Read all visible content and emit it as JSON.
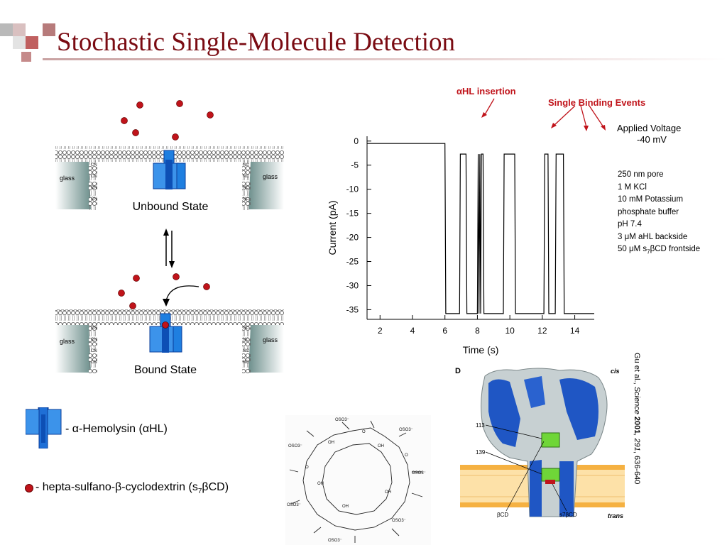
{
  "slide": {
    "title": "Stochastic Single-Molecule Detection"
  },
  "diagram": {
    "unbound_label": "Unbound State",
    "bound_label": "Bound State",
    "glass_label": "glass",
    "cn_label": "CN",
    "nc_label": "NC"
  },
  "legend": {
    "hemolysin": "- α-Hemolysin (αHL)",
    "cyclodextrin_prefix": "- hepta-sulfano-β-cyclodextrin (s",
    "cyclodextrin_sub": "7",
    "cyclodextrin_suffix": "βCD)"
  },
  "annotations": {
    "insertion": "αHL insertion",
    "binding": "Single Binding Events",
    "voltage_line1": "Applied Voltage",
    "voltage_line2": "-40 mV"
  },
  "conditions": {
    "lines": [
      "250 nm pore",
      "1 M KCl",
      "10 mM Potassium",
      "phosphate buffer",
      "pH 7.4",
      "3 μM aHL backside"
    ],
    "last_prefix": "50 μM s",
    "last_sub": "7",
    "last_suffix": "βCD frontside"
  },
  "structure_labels": {
    "so3_a": "OSO3⁻",
    "oh": "OH",
    "o": "O"
  },
  "figure_d": {
    "panel_label": "D",
    "cis": "cis",
    "trans": "trans",
    "label_113": "113",
    "label_139": "139",
    "bcd": "βCD",
    "s7bcd": "s7βCD"
  },
  "citation": {
    "text_prefix": "Gu et al., ",
    "journal": "Science",
    "year": "2001",
    "volume": ", 291",
    "pages": ", 636-640"
  },
  "colors": {
    "title": "#7a0b12",
    "annotation_red": "#c0131a",
    "pore_blue": "#1f6fd6",
    "molecule_red": "#c0131a",
    "membrane_orange": "#f5b142"
  },
  "chart_data": {
    "type": "line",
    "title": "",
    "xlabel": "Time (s)",
    "ylabel": "Current (pA)",
    "xlim": [
      1.2,
      15.2
    ],
    "ylim": [
      -37,
      1
    ],
    "x_ticks": [
      2,
      4,
      6,
      8,
      10,
      12,
      14
    ],
    "y_ticks": [
      0,
      -5,
      -10,
      -15,
      -20,
      -25,
      -30,
      -35
    ],
    "grid": false,
    "series": [
      {
        "x": [
          1.2,
          6.0,
          6.05,
          6.9,
          6.95,
          7.3,
          7.35,
          8.0,
          8.05,
          8.1,
          8.15,
          8.2,
          8.25,
          8.35,
          8.4,
          9.6,
          9.65,
          10.3,
          10.35,
          12.1,
          12.15,
          12.35,
          12.4,
          12.8,
          12.85,
          13.3,
          13.35,
          15.2
        ],
        "y": [
          -0.5,
          -0.5,
          -35.8,
          -35.8,
          -2.7,
          -2.7,
          -35.8,
          -35.8,
          -2.7,
          -35.8,
          -2.7,
          -35.8,
          -2.7,
          -2.7,
          -35.8,
          -35.8,
          -2.7,
          -2.7,
          -35.8,
          -35.8,
          -2.7,
          -2.7,
          -35.8,
          -35.8,
          -2.7,
          -2.7,
          -35.8,
          -35.8
        ]
      }
    ]
  }
}
